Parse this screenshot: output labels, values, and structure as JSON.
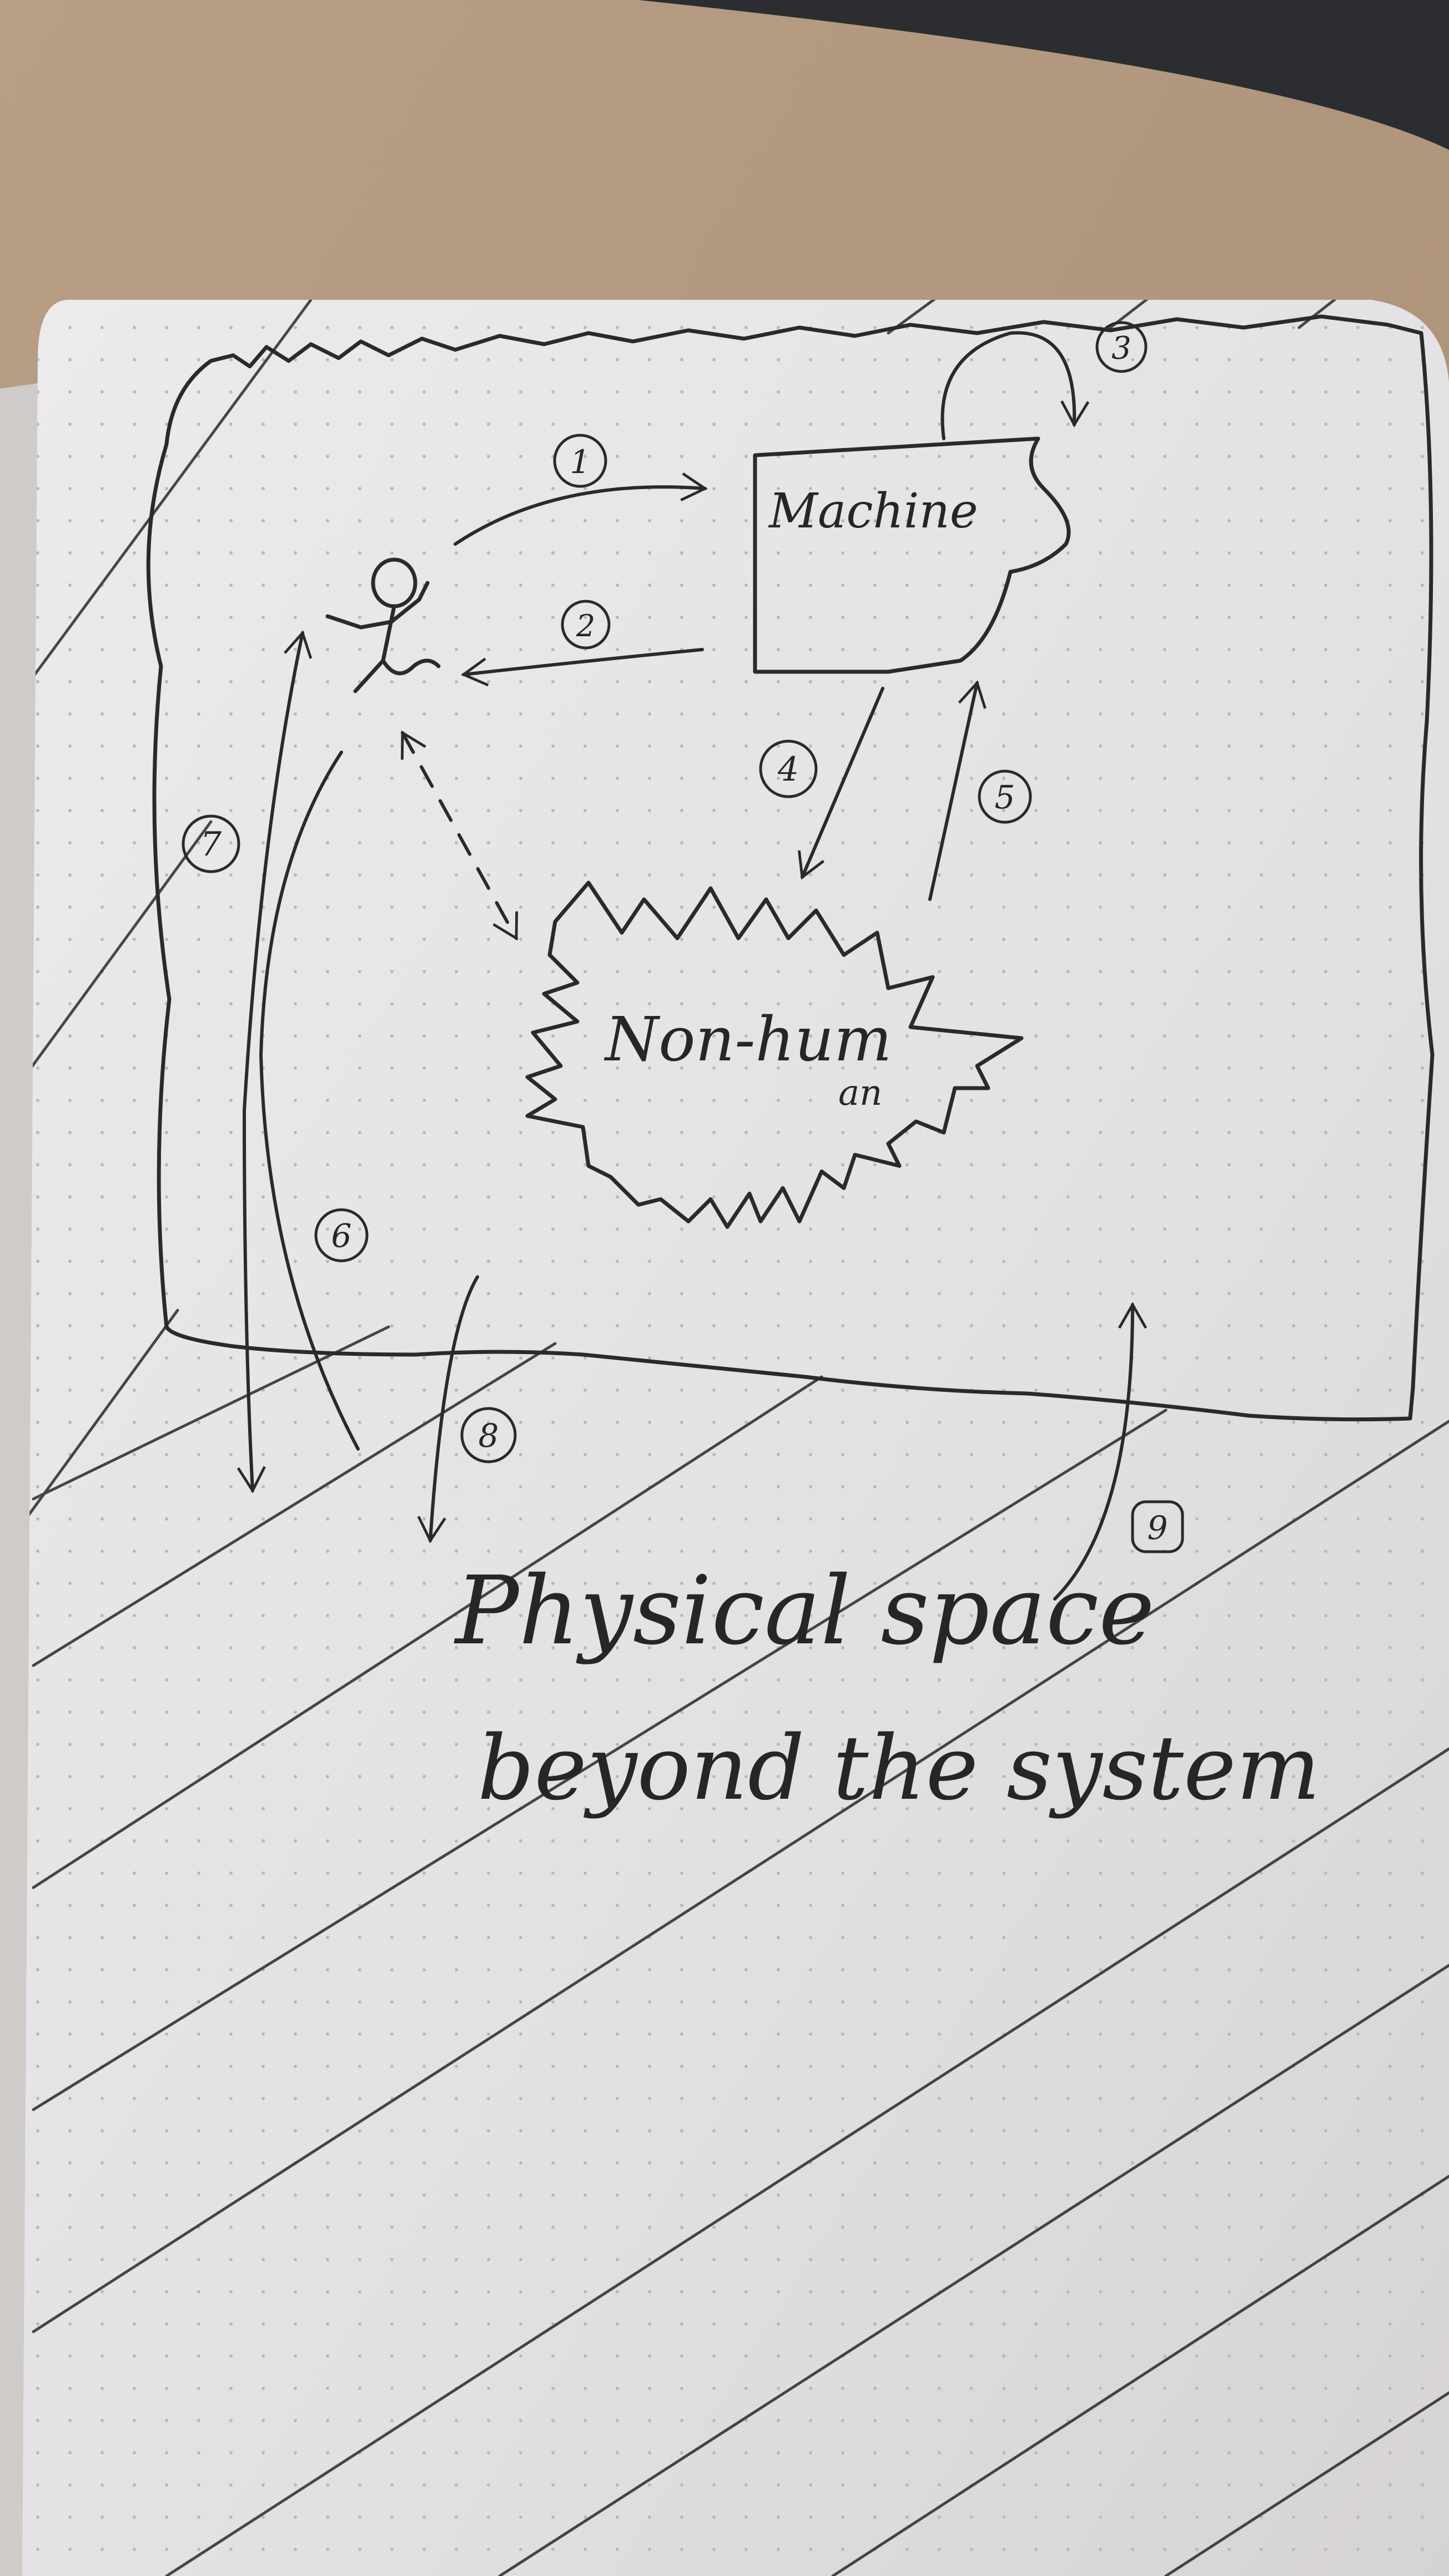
{
  "diagram": {
    "nodes": {
      "machine": "Machine",
      "non_human_line1": "Non-hum",
      "non_human_line2": "an",
      "physical_line1": "Physical space",
      "physical_line2": "beyond the system"
    },
    "arrow_labels": [
      "1",
      "2",
      "3",
      "4",
      "5",
      "6",
      "7",
      "8",
      "9"
    ],
    "colors": {
      "paper": "#e6e3e4",
      "ink": "#2a2a2a",
      "desk": "#b59a80",
      "dots": "#b8b8bd"
    }
  }
}
